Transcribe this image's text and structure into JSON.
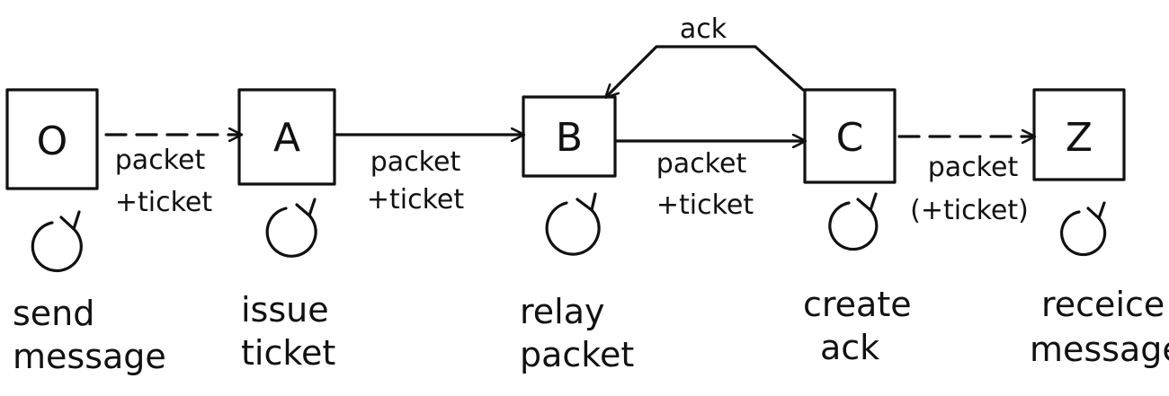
{
  "nodes": [
    {
      "id": "O",
      "label": "O",
      "caption": [
        "send",
        "message"
      ]
    },
    {
      "id": "A",
      "label": "A",
      "caption": [
        "issue",
        "ticket"
      ]
    },
    {
      "id": "B",
      "label": "B",
      "caption": [
        "relay",
        "packet"
      ]
    },
    {
      "id": "C",
      "label": "C",
      "caption": [
        "create",
        "ack"
      ]
    },
    {
      "id": "Z",
      "label": "Z",
      "caption": [
        "receice",
        "message"
      ]
    }
  ],
  "edges": [
    {
      "from": "O",
      "to": "A",
      "style": "dashed",
      "label": [
        "packet",
        "+ticket"
      ]
    },
    {
      "from": "A",
      "to": "B",
      "style": "solid",
      "label": [
        "packet",
        "+ticket"
      ]
    },
    {
      "from": "B",
      "to": "C",
      "style": "solid",
      "label": [
        "packet",
        "+ticket"
      ]
    },
    {
      "from": "C",
      "to": "Z",
      "style": "dashed",
      "label": [
        "packet",
        "(+ticket)"
      ]
    },
    {
      "from": "C",
      "to": "B",
      "style": "solid",
      "label": [
        "ack"
      ]
    }
  ],
  "icons": {
    "node_loop": "circular-arrow-icon"
  },
  "colors": {
    "ink": "#111111",
    "background": "#ffffff"
  }
}
